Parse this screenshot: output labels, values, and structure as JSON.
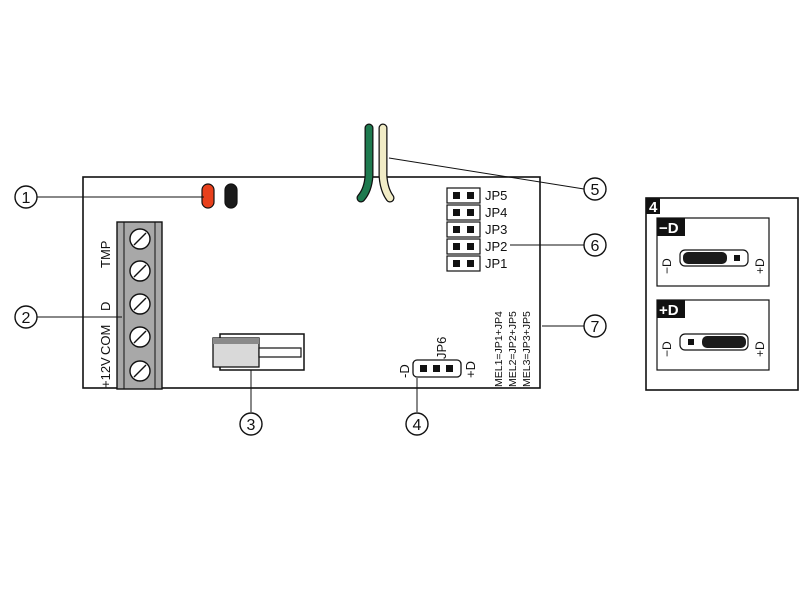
{
  "callouts": [
    "1",
    "2",
    "3",
    "4",
    "5",
    "6",
    "7"
  ],
  "jumpers": [
    "JP5",
    "JP4",
    "JP3",
    "JP2",
    "JP1"
  ],
  "terminal_labels": [
    "TMP",
    "D",
    "COM",
    "+12V"
  ],
  "jp6": {
    "label": "JP6",
    "minus": "-D",
    "plus": "+D"
  },
  "mel": [
    "MEL1=JP1+JP4",
    "MEL2=JP2+JP5",
    "MEL3=JP3+JP5"
  ],
  "inset": {
    "number": "4",
    "options": [
      {
        "tag": "−D",
        "left": "−D",
        "right": "+D",
        "selected": "left"
      },
      {
        "tag": "+D",
        "left": "−D",
        "right": "+D",
        "selected": "right"
      }
    ]
  },
  "colors": {
    "led_red": "#e8401c",
    "led_black": "#1a1a1a",
    "wire_green": "#1e7a4f",
    "wire_cream": "#f1ecc6",
    "terminal_block": "#a8a8a8"
  }
}
